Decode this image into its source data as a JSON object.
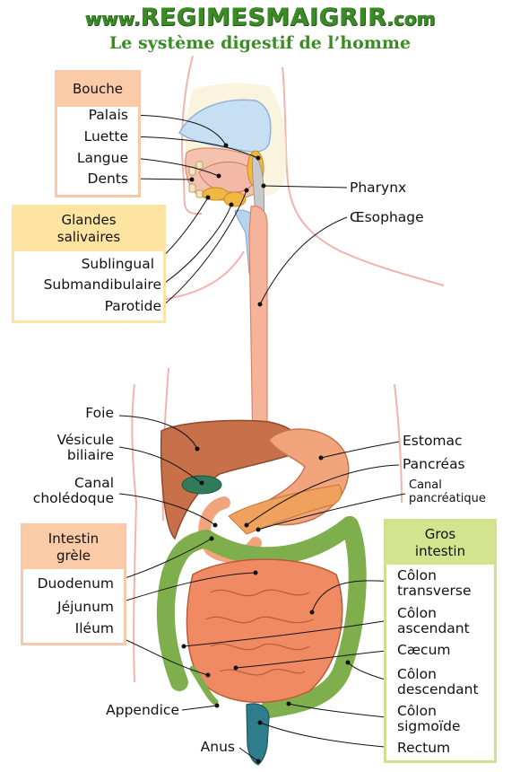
{
  "header": {
    "site_prefix": "www.",
    "site_name": "REGIMESMAIGRIR",
    "site_suffix": ".com",
    "subtitle": "Le système digestif de l’homme"
  },
  "groups": {
    "bouche": "Bouche",
    "glandes": "Glandes\nsalivaires",
    "intestin_grele": "Intestin\ngrèle",
    "gros_intestin": "Gros\nintestin"
  },
  "labels": {
    "palais": "Palais",
    "luette": "Luette",
    "langue": "Langue",
    "dents": "Dents",
    "sublingual": "Sublingual",
    "submandibulaire": "Submandibulaire",
    "parotide": "Parotide",
    "pharynx": "Pharynx",
    "oesophage": "Œsophage",
    "foie": "Foie",
    "vesicule": "Vésicule\nbiliaire",
    "canal_choledoque": "Canal\ncholédoque",
    "estomac": "Estomac",
    "pancreas": "Pancréas",
    "canal_pancreatique": "Canal\npancréatique",
    "duodenum": "Duodenum",
    "jejunum": "Jéjunum",
    "ileum": "Iléum",
    "appendice": "Appendice",
    "anus": "Anus",
    "colon_transverse": "Côlon\ntransverse",
    "colon_ascendant": "Côlon\nascendant",
    "caecum": "Cæcum",
    "colon_descendant": "Côlon\ndescendant",
    "colon_sigmoide": "Côlon\nsigmoïde",
    "rectum": "Rectum"
  },
  "colors": {
    "brand_green": "#3c8c26",
    "body_outline": "#f2b3ad",
    "liver": "#c8704a",
    "stomach": "#f2a57d",
    "pancreas": "#f0a15d",
    "small_intestine": "#f08a62",
    "large_intestine": "#7fae4c",
    "rectum": "#2e7d8c",
    "esophagus": "#f5b49a",
    "gallbladder": "#2f7b5a",
    "teeth_bone": "#f2e7c2",
    "palate_blue": "#c7dff2"
  }
}
